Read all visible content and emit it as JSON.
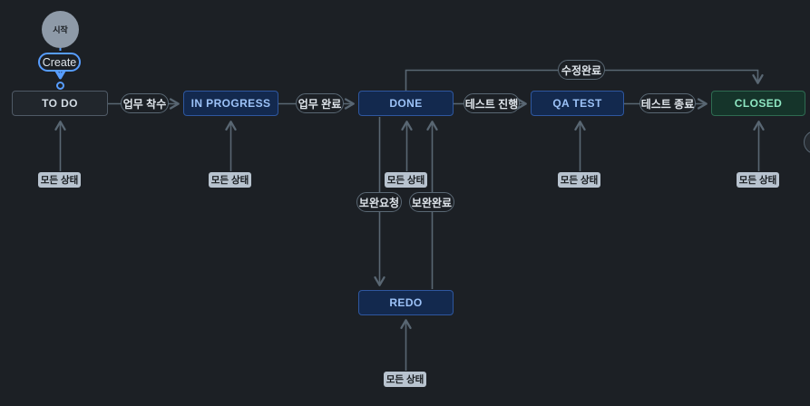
{
  "colors": {
    "canvas_bg": "#1c2025",
    "connector": "#596773",
    "accent_blue": "#579dff",
    "status_neutral_bg": "#21262c",
    "status_neutral_border": "#4f5a66",
    "status_neutral_text": "#d3dce4",
    "status_blue_bg": "#13294e",
    "status_blue_border": "#2e579f",
    "status_blue_text": "#9cc2f7",
    "status_green_bg": "#15342a",
    "status_green_border": "#2e6b51",
    "status_green_text": "#8ee6c2",
    "pill_bg": "#1c2025",
    "pill_border": "#596773",
    "pill_text": "#dee4ea",
    "chip_bg": "#b8c3cf",
    "chip_text": "#181c20",
    "start_circle_bg": "#8e9aa8"
  },
  "workflow": {
    "start": {
      "label": "시작"
    },
    "create": {
      "label": "Create"
    },
    "statuses": {
      "todo": {
        "label": "TO DO"
      },
      "in_progress": {
        "label": "IN PROGRESS"
      },
      "done": {
        "label": "DONE"
      },
      "qa_test": {
        "label": "QA TEST"
      },
      "closed": {
        "label": "CLOSED"
      },
      "redo": {
        "label": "REDO"
      }
    },
    "transitions": {
      "work_start": {
        "label": "업무 착수"
      },
      "work_done": {
        "label": "업무 완료"
      },
      "test_start": {
        "label": "테스트 진행"
      },
      "test_end": {
        "label": "테스트 종료"
      },
      "fix_complete": {
        "label": "수정완료"
      },
      "rework_request": {
        "label": "보완요청"
      },
      "rework_complete": {
        "label": "보완완료"
      },
      "all_statuses": {
        "label": "모든 상태"
      }
    }
  }
}
